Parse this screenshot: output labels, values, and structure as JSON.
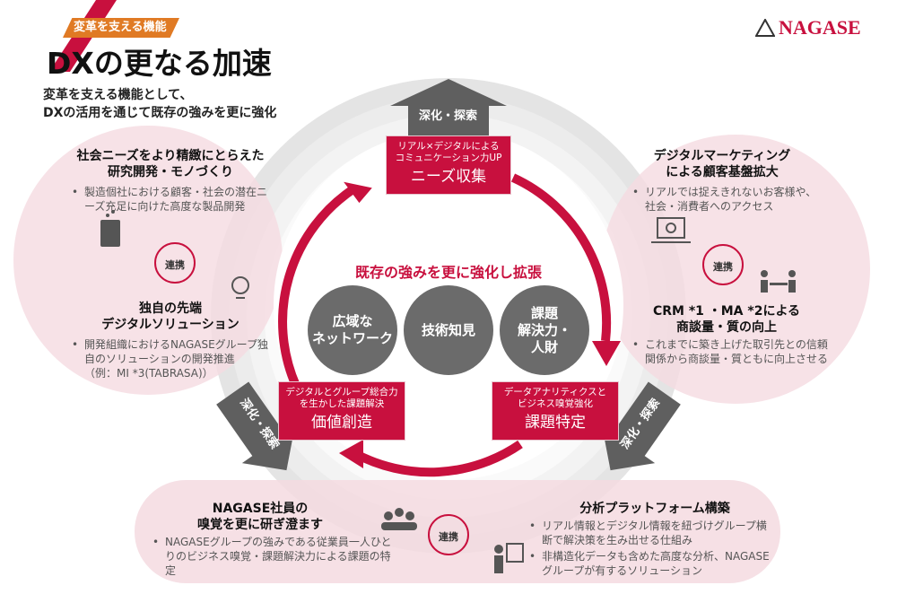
{
  "header": {
    "tag": "変革を支える機能",
    "title": "DXの更なる加速",
    "subtitle_line1": "変革を支える機能として、",
    "subtitle_line2": "DXの活用を通じて既存の強みを更に強化",
    "logo": "NAGASE"
  },
  "center": {
    "heading": "既存の強みを更に強化し拡張",
    "strengths": [
      "広域な\nネットワーク",
      "技術知見",
      "課題\n解決力・\n人財"
    ]
  },
  "cycle": [
    {
      "sub": "リアル×デジタルによる\nコミュニケーション力UP",
      "main": "ニーズ収集"
    },
    {
      "sub": "データアナリティクスと\nビジネス嗅覚強化",
      "main": "課題特定"
    },
    {
      "sub": "デジタルとグループ総合力\nを生かした課題解決",
      "main": "価値創造"
    }
  ],
  "arrows": {
    "label": "深化・探索"
  },
  "link_label": "連携",
  "left": {
    "top_heading": "社会ニーズをより精緻にとらえた\n研究開発・モノづくり",
    "top_bullet": "製造個社における顧客・社会の潜在ニーズ充足に向けた高度な製品開発",
    "bottom_heading": "独自の先端\nデジタルソリューション",
    "bottom_bullet": "開発組織におけるNAGASEグループ独自のソリューションの開発推進\n（例：MI *3(TABRASA)）"
  },
  "right": {
    "top_heading": "デジタルマーケティング\nによる顧客基盤拡大",
    "top_bullet": "リアルでは捉えきれないお客様や、社会・消費者へのアクセス",
    "bottom_heading": "CRM *1 ・MA *2による\n商談量・質の向上",
    "bottom_bullet": "これまでに築き上げた取引先との信頼関係から商談量・質ともに向上させる"
  },
  "bottom": {
    "left_heading": "NAGASE社員の\n嗅覚を更に研ぎ澄ます",
    "left_bullet": "NAGASEグループの強みである従業員一人ひとりのビジネス嗅覚・課題解決力による課題の特定",
    "right_heading": "分析プラットフォーム構築",
    "right_bullets": [
      "リアル情報とデジタル情報を紐づけグループ横断で解決策を生み出せる仕組み",
      "非構造化データも含めた高度な分析、NAGASEグループが有するソリューション"
    ]
  },
  "colors": {
    "accent": "#c8103e",
    "tag": "#e07a24",
    "gray": "#6b6b6b",
    "pink": "#f7e1e6"
  }
}
